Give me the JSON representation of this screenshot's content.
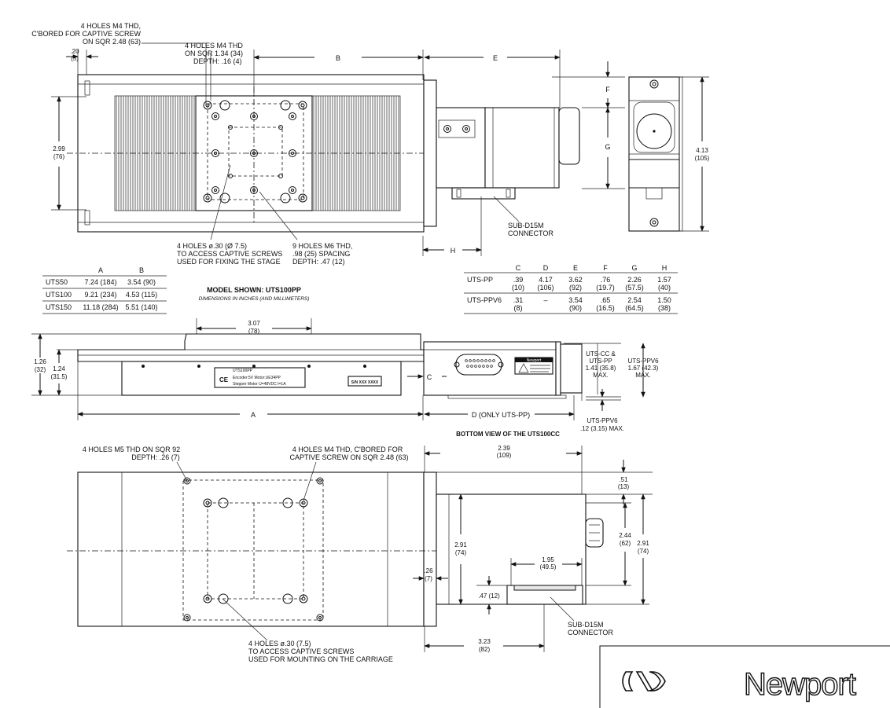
{
  "top_view": {
    "dim_20": ".20",
    "dim_20_mm": "(5)",
    "note_mounting_l1": "4 HOLES M4 THD,",
    "note_mounting_l2": "C'BORED FOR CAPTIVE SCREW",
    "note_mounting_l3": "ON SQR 2.48 (63)",
    "note_m4_l1": "4 HOLES M4 THD",
    "note_m4_l2": "ON SQR 1.34 (34)",
    "note_m4_l3": "DEPTH: .16 (4)",
    "label_b": "B",
    "label_e": "E",
    "label_f": "F",
    "label_g": "G",
    "label_h": "H",
    "dim_299": "2.99",
    "dim_299_mm": "(76)",
    "dim_413": "4.13",
    "dim_413_mm": "(105)",
    "note_access_l1": "4 HOLES ø.30 (Ø 7.5)",
    "note_access_l2": "TO ACCESS CAPTIVE SCREWS",
    "note_access_l3": "USED FOR FIXING THE STAGE",
    "note_m6_l1": "9 HOLES M6 THD,",
    "note_m6_l2": ".98 (25) SPACING",
    "note_m6_l3": "DEPTH: .47 (12)",
    "note_subd_l1": "SUB-D15M",
    "note_subd_l2": "CONNECTOR"
  },
  "table_ab": {
    "headers": [
      "",
      "A",
      "B"
    ],
    "rows": [
      [
        "UTS50",
        "7.24 (184)",
        "3.54 (90)"
      ],
      [
        "UTS100",
        "9.21 (234)",
        "4.53 (115)"
      ],
      [
        "UTS150",
        "11.18 (284)",
        "5.51 (140)"
      ]
    ]
  },
  "model": {
    "title": "MODEL SHOWN: UTS100PP",
    "subtitle": "DIMENSIONS IN INCHES (AND MILLIMETERS)"
  },
  "table_motor": {
    "headers": [
      "",
      "C",
      "D",
      "E",
      "F",
      "G",
      "H"
    ],
    "rows": [
      {
        "name": "UTS-PP",
        "vals": [
          [
            ".39",
            "(10)"
          ],
          [
            "4.17",
            "(106)"
          ],
          [
            "3.62",
            "(92)"
          ],
          [
            ".76",
            "(19.7)"
          ],
          [
            "2.26",
            "(57.5)"
          ],
          [
            "1.57",
            "(40)"
          ]
        ]
      },
      {
        "name": "UTS-PPV6",
        "vals": [
          [
            ".31",
            "(8)"
          ],
          [
            "–",
            ""
          ],
          [
            "3.54",
            "(90)"
          ],
          [
            ".65",
            "(16.5)"
          ],
          [
            "2.54",
            "(64.5)"
          ],
          [
            "1.50",
            "(38)"
          ]
        ]
      }
    ]
  },
  "side_view": {
    "dim_307": "3.07",
    "dim_307_mm": "(78)",
    "dim_126": "1.26",
    "dim_126_mm": "(32)",
    "dim_124": "1.24",
    "dim_124_mm": "(31.5)",
    "label_a": "A",
    "label_c": "C",
    "label_d": "D (ONLY UTS-PP)",
    "label_l1": "UTS100PP",
    "label_l2": "Encoder:5V  Motor:UE34PP",
    "label_l3": "Stepper Motor U=48VDC I=1A",
    "ce_mark": "CE",
    "serial": "S/N XXX XXXX",
    "brand_small": "Newport",
    "cc_l1": "UTS-CC &",
    "cc_l2": "UTS-PP",
    "cc_l3": "1.41 (35.8)",
    "cc_l4": "MAX.",
    "ppv6_l1": "UTS-PPV6",
    "ppv6_l2": "1.67 (42.3)",
    "ppv6_l3": "MAX.",
    "ppv6b_l1": "UTS-PPV6",
    "ppv6b_l2": ".12 (3.15) MAX."
  },
  "bottom_view": {
    "title": "BOTTOM VIEW OF THE UTS100CC",
    "note_m5_l1": "4 HOLES M5 THD ON SQR 92",
    "note_m5_l2": "DEPTH: .26 (7)",
    "note_m4_l1": "4 HOLES M4 THD, C'BORED  FOR",
    "note_m4_l2": "CAPTIVE SCREW ON SQR 2.48 (63)",
    "dim_239": "2.39",
    "dim_239_mm": "(109)",
    "dim_51": ".51",
    "dim_51_mm": "(13)",
    "dim_291a": "2.91",
    "dim_291a_mm": "(74)",
    "dim_244": "2.44",
    "dim_244_mm": "(62)",
    "dim_291b": "2.91",
    "dim_291b_mm": "(74)",
    "dim_26": ".26",
    "dim_26_mm": "(7)",
    "dim_195": "1.95",
    "dim_195_mm": "(49.5)",
    "dim_47": ".47 (12)",
    "dim_323": "3.23",
    "dim_323_mm": "(82)",
    "note_subd_l1": "SUB-D15M",
    "note_subd_l2": "CONNECTOR",
    "note_access_l1": "4 HOLES ø.30 (7.5)",
    "note_access_l2": "TO ACCESS CAPTIVE SCREWS",
    "note_access_l3": "USED FOR MOUNTING ON THE CARRIAGE"
  },
  "brand": {
    "name": "Newport"
  }
}
